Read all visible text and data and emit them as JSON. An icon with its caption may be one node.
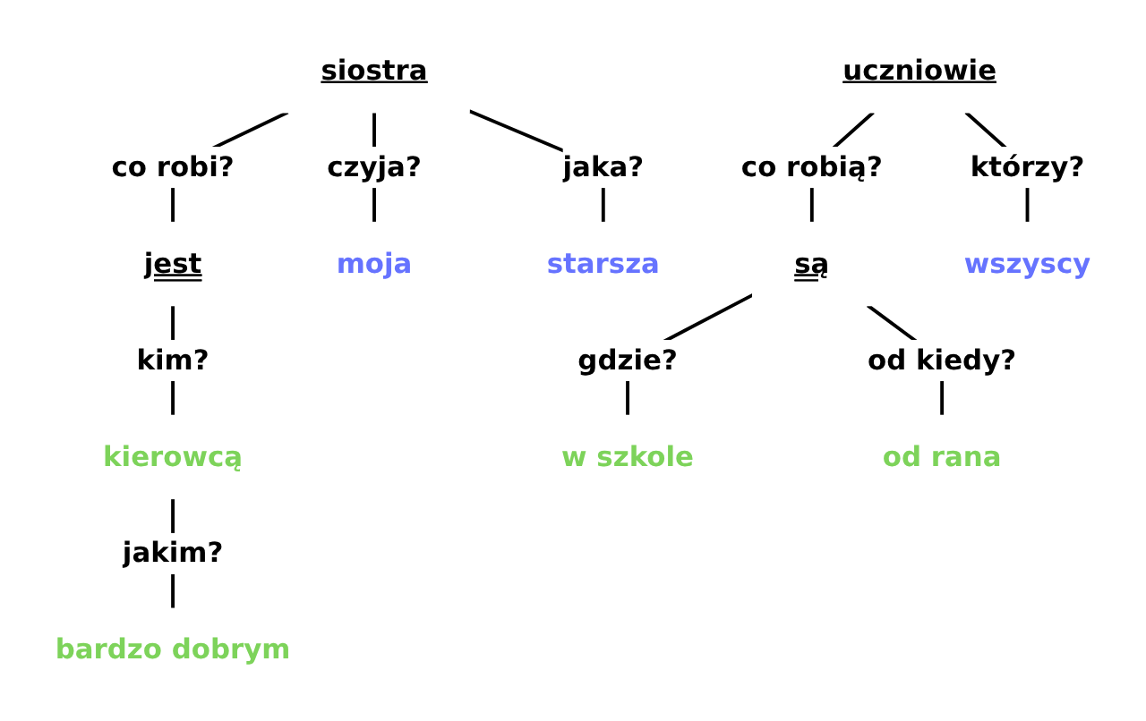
{
  "diagram": {
    "nodes": [
      {
        "text": [
          "siostra"
        ]
      },
      {
        "text": [
          "jest"
        ]
      },
      {
        "text": [
          "moja"
        ]
      },
      {
        "text": [
          "starsza"
        ]
      },
      {
        "text": [
          "kierowcą"
        ]
      },
      {
        "text": [
          "bardzo dobrym"
        ]
      },
      {
        "text": [
          "uczniowie"
        ]
      },
      {
        "text": [
          "są"
        ]
      },
      {
        "text": [
          "wszyscy"
        ]
      },
      {
        "text": [
          "w szkole"
        ]
      },
      {
        "text": [
          "od rana"
        ]
      }
    ],
    "edges": [
      {
        "from": 0,
        "to": 1,
        "arrow": "none",
        "label": "co robi?"
      },
      {
        "from": 0,
        "to": 2,
        "arrow": "none",
        "label": "czyja?"
      },
      {
        "from": 0,
        "to": 3,
        "arrow": "none",
        "label": "jaka?"
      },
      {
        "from": 1,
        "to": 4,
        "arrow": "none",
        "label": "kim?"
      },
      {
        "from": 4,
        "to": 5,
        "arrow": "none",
        "label": "jakim?"
      },
      {
        "from": 6,
        "to": 7,
        "arrow": "none",
        "label": "co robią?"
      },
      {
        "from": 6,
        "to": 8,
        "arrow": "none",
        "label": "którzy?"
      },
      {
        "from": 7,
        "to": 9,
        "arrow": "none",
        "label": "gdzie?"
      },
      {
        "from": 7,
        "to": 10,
        "arrow": "none",
        "label": "od kiedy?"
      }
    ]
  }
}
